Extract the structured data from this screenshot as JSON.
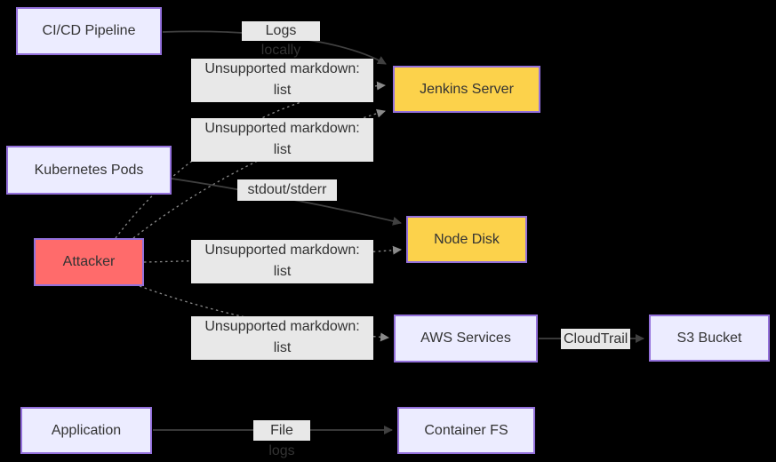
{
  "diagram": {
    "type": "flowchart",
    "background": "#000000",
    "colors": {
      "node_fill_default": "#ECECFF",
      "node_fill_highlight": "#FCD24B",
      "node_fill_attacker": "#FF6B6B",
      "node_border": "#9370DB",
      "node_text": "#333333",
      "edge_label_bg": "#E8E8E8",
      "edge_label_text": "#333333",
      "solid_edge": "#404040",
      "dashed_edge": "#8A8A8A"
    },
    "nodes": [
      {
        "id": "cicd",
        "label": "CI/CD Pipeline",
        "fill": "#ECECFF"
      },
      {
        "id": "jenkins",
        "label": "Jenkins Server",
        "fill": "#FCD24B"
      },
      {
        "id": "k8s",
        "label": "Kubernetes Pods",
        "fill": "#ECECFF"
      },
      {
        "id": "attacker",
        "label": "Attacker",
        "fill": "#FF6B6B"
      },
      {
        "id": "nodedisk",
        "label": "Node Disk",
        "fill": "#FCD24B"
      },
      {
        "id": "aws",
        "label": "AWS Services",
        "fill": "#ECECFF"
      },
      {
        "id": "s3",
        "label": "S3 Bucket",
        "fill": "#ECECFF"
      },
      {
        "id": "app",
        "label": "Application",
        "fill": "#ECECFF"
      },
      {
        "id": "containerfs",
        "label": "Container FS",
        "fill": "#ECECFF"
      }
    ],
    "edges": [
      {
        "from": "CI/CD Pipeline",
        "to": "Jenkins Server",
        "style": "solid",
        "label": "Logs locally"
      },
      {
        "from": "Attacker",
        "to": "Jenkins Server",
        "style": "dashed",
        "label": "Unsupported markdown:\nlist"
      },
      {
        "from": "Attacker",
        "to": "Jenkins Server",
        "style": "dashed",
        "label": "Unsupported markdown:\nlist"
      },
      {
        "from": "Kubernetes Pods",
        "to": "Node Disk",
        "style": "solid",
        "label": "stdout/stderr"
      },
      {
        "from": "Attacker",
        "to": "Node Disk",
        "style": "dashed",
        "label": "Unsupported markdown:\nlist"
      },
      {
        "from": "Attacker",
        "to": "AWS Services",
        "style": "dashed",
        "label": "Unsupported markdown:\nlist"
      },
      {
        "from": "AWS Services",
        "to": "S3 Bucket",
        "style": "solid",
        "label": "CloudTrail"
      },
      {
        "from": "Application",
        "to": "Container FS",
        "style": "solid",
        "label": "File logs"
      }
    ]
  }
}
